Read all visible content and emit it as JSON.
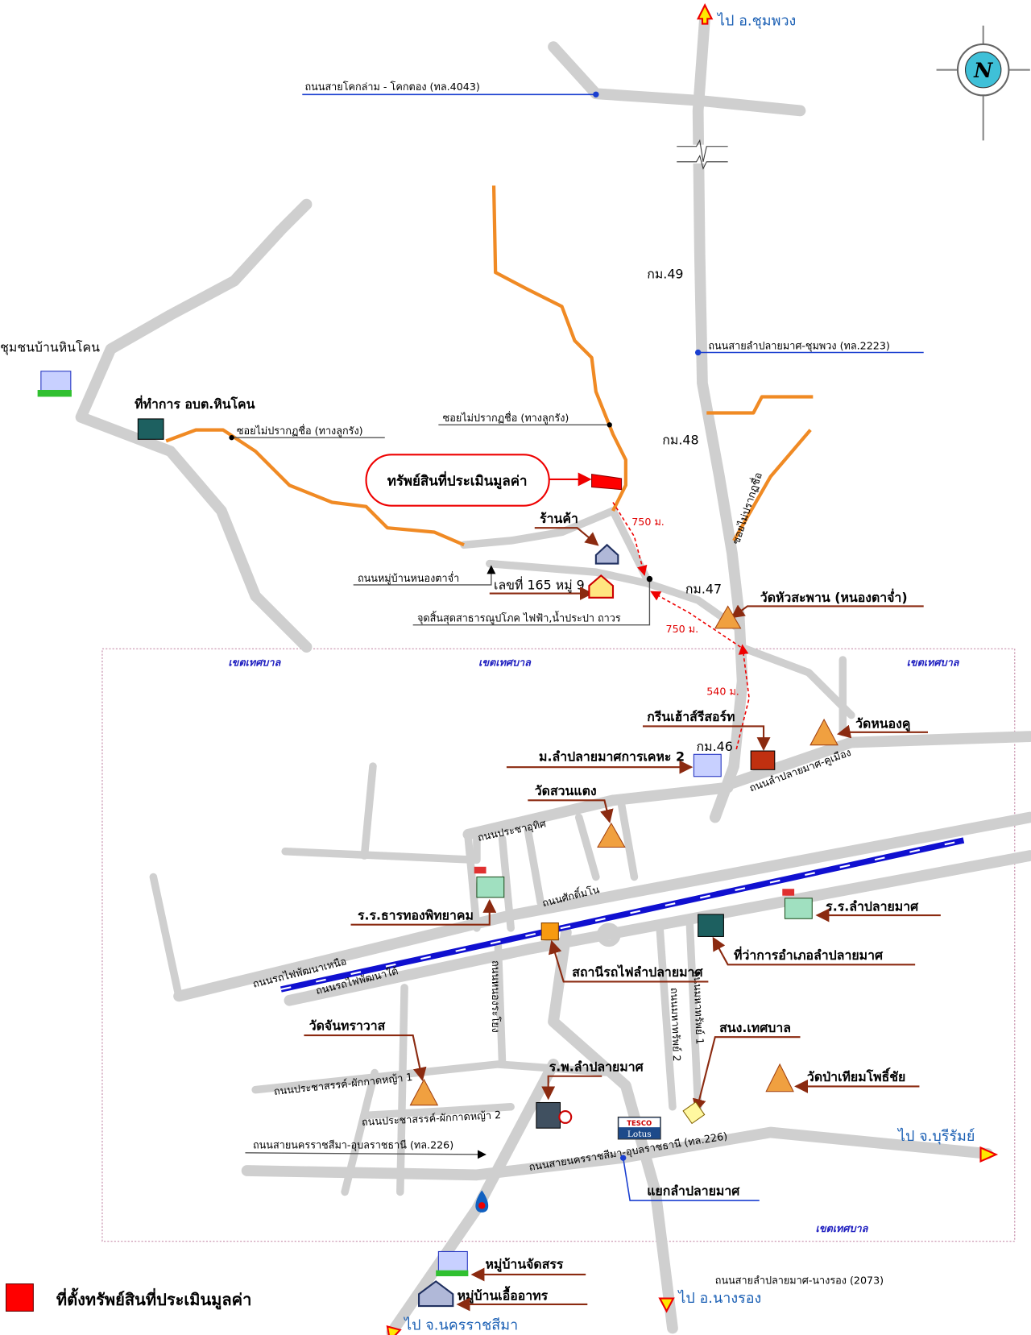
{
  "directions": {
    "north": "ไป อ.ชุมพวง",
    "east": "ไป จ.บุรีรัมย์",
    "south": "ไป อ.นางรอง",
    "southwest": "ไป จ.นครราชสีมา"
  },
  "compass": {
    "letter": "N"
  },
  "roads": {
    "khok_klam": "ถนนสายโคกล่าม - โคกตอง (ทล.4043)",
    "lamplaimat_chumphuang": "ถนนสายลำปลายมาศ-ชุมพวง (ทล.2223)",
    "soi_north": "ซอยไม่ปรากฏชื่อ (ทางลูกรัง)",
    "soi_west": "ซอยไม่ปรากฏชื่อ (ทางลูกรัง)",
    "soi_east": "ซอยไม่ปรากฏชื่อ",
    "nong_ta_cham": "ถนนหมู่บ้านหนองตาจ่ำ",
    "prachauthit": "ถนนประชาอุทิศ",
    "sakdimon": "ถนนศักดิ์มโน",
    "lamplaimat_khumuang": "ถนนลำปลายมาศ-คูเมือง",
    "rail_north": "ถนนรถไฟพัฒนาเหนือ",
    "rail_south": "ถนนรถไฟพัฒนาใต้",
    "nong_rayong": "ถนนหนองระโยง",
    "maha_sap_1": "ถนนมหาทรัพย์ 1",
    "maha_sap_2": "ถนนมหาทรัพย์ 2",
    "prachasan_1": "ถนนประชาสรรค์-ผักกาดหญ้า 1",
    "prachasan_2": "ถนนประชาสรรค์-ผักกาดหญ้า 2",
    "hw226_left": "ถนนสายนครราชสีมา-อุบลราชธานี (ทล.226)",
    "hw226_right": "ถนนสายนครราชสีมา-อุบลราชธานี (ทล.226)",
    "hw2073": "ถนนสายลำปลายมาศ-นางรอง (2073)"
  },
  "km_markers": [
    "กม.49",
    "กม.48",
    "กม.47",
    "กม.46"
  ],
  "distances": [
    "750 ม.",
    "750 ม.",
    "540 ม."
  ],
  "places": {
    "hin_khon_community": "ชุมชนบ้านหินโคน",
    "hin_khon_sao": "ที่ทำการ อบต.หินโคน",
    "subject_property": "ทรัพย์สินที่ประเมินมูลค่า",
    "shop": "ร้านค้า",
    "house_165": "เลขที่ 165 หมู่ 9",
    "utility_end": "จุดสิ้นสุดสาธารณูปโภค ไฟฟ้า,น้ำประปา ถาวร",
    "wat_hua_saphan": "วัดหัวสะพาน (หนองตาจ่ำ)",
    "green_house_resort": "กรีนเฮ้าส์รีสอร์ท",
    "wat_nong_khu": "วัดหนองคู",
    "mu_ban_kheha": "ม.ลำปลายมาศการเคหะ 2",
    "wat_suan_taeng": "วัดสวนแตง",
    "tharn_thong_school": "ร.ร.ธารทองพิทยาคม",
    "lamplaimat_school": "ร.ร.ลำปลายมาศ",
    "district_office": "ที่ว่าการอำเภอลำปลายมาศ",
    "railway_station": "สถานีรถไฟลำปลายมาศ",
    "wat_chanthrawat": "วัดจันทราวาส",
    "hospital": "ร.พ.ลำปลายมาศ",
    "municipal_office": "สนง.เทศบาล",
    "wat_pa_thiam": "วัดป่าเทียมโพธิ์ชัย",
    "junction": "แยกลำปลายมาศ",
    "mu_ban_chatsan": "หมู่บ้านจัดสรร",
    "mu_ban_uea_athon": "หมู่บ้านเอื้ออาทร",
    "tesco_top": "TESCO",
    "tesco_bottom": "Lotus"
  },
  "municipal_zone": {
    "label": "เขตเทศบาล"
  },
  "legend": {
    "label": "ที่ตั้งทรัพย์สินที่ประเมินมูลค่า",
    "color": "#ff0000"
  },
  "colors": {
    "road": "#cfcfcf",
    "soi": "#f08a24",
    "rail": "#1010d0",
    "leader": "#8b2a10",
    "label_blue": "#1a5fb4"
  }
}
